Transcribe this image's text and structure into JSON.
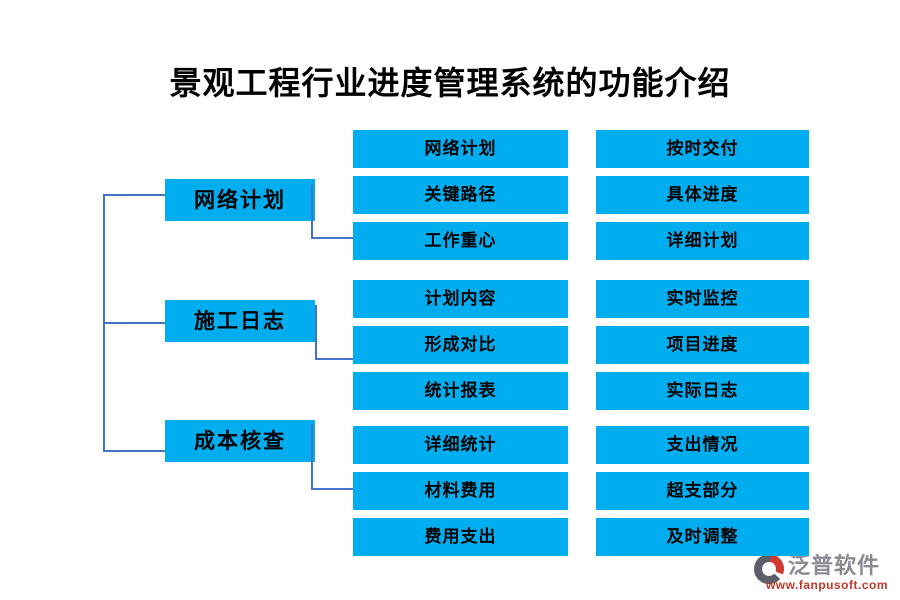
{
  "title": "景观工程行业进度管理系统的功能介绍",
  "colors": {
    "box_fill": "#00AEEF",
    "box_text": "#000000",
    "connector": "#4472C4",
    "logo_text": "#8A8A93",
    "logo_url": "#C0392B",
    "logo_icon_gray": "#5A5F6A",
    "logo_icon_red": "#CF3A32"
  },
  "groups": [
    {
      "category": "网络计划",
      "middle": [
        "网络计划",
        "关键路径",
        "工作重心"
      ],
      "right": [
        "按时交付",
        "具体进度",
        "详细计划"
      ]
    },
    {
      "category": "施工日志",
      "middle": [
        "计划内容",
        "形成对比",
        "统计报表"
      ],
      "right": [
        "实时监控",
        "项目进度",
        "实际日志"
      ]
    },
    {
      "category": "成本核查",
      "middle": [
        "详细统计",
        "材料费用",
        "费用支出"
      ],
      "right": [
        "支出情况",
        "超支部分",
        "及时调整"
      ]
    }
  ],
  "logo": {
    "name": "泛普软件",
    "url": "www.fanpusoft.com"
  }
}
